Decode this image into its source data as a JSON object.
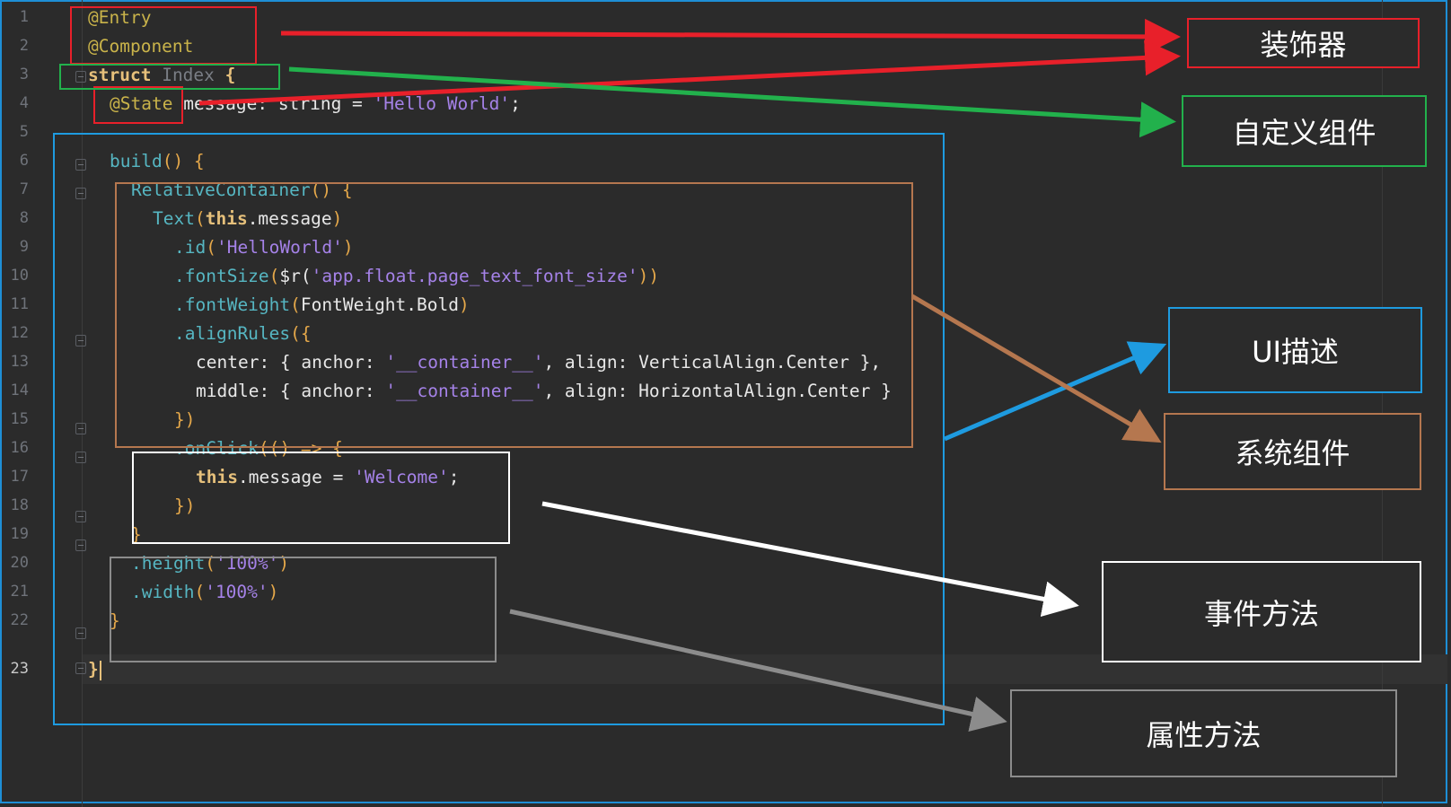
{
  "editor": {
    "line_numbers": [
      "1",
      "2",
      "3",
      "4",
      "5",
      "6",
      "7",
      "8",
      "9",
      "10",
      "11",
      "12",
      "13",
      "14",
      "15",
      "16",
      "17",
      "18",
      "19",
      "20",
      "21",
      "22",
      "23"
    ],
    "active_line": "23",
    "code": {
      "l1": "@Entry",
      "l2": "@Component",
      "l3_kw": "struct",
      "l3_name": "Index",
      "l3_brace": "{",
      "l4_ann": "@State",
      "l4_a": "message: string = ",
      "l4_str": "'Hello World'",
      "l4_end": ";",
      "l6_fn": "build",
      "l6_rest": "() {",
      "l7_fn": "RelativeContainer",
      "l7_rest": "() {",
      "l8_fn": "Text",
      "l8_open": "(",
      "l8_this": "this",
      "l8_rest": ".message",
      "l8_close": ")",
      "l9_fn": ".id",
      "l9_open": "(",
      "l9_str": "'HelloWorld'",
      "l9_close": ")",
      "l10_fn": ".fontSize",
      "l10_open": "(",
      "l10_mid": "$r(",
      "l10_str": "'app.float.page_text_font_size'",
      "l10_close": "))",
      "l11_fn": ".fontWeight",
      "l11_open": "(",
      "l11_mid": "FontWeight.Bold",
      "l11_close": ")",
      "l12_fn": ".alignRules",
      "l12_open": "({",
      "l13_a": "center: { anchor: ",
      "l13_str": "'__container__'",
      "l13_b": ", align: VerticalAlign.Center },",
      "l14_a": "middle: { anchor: ",
      "l14_str": "'__container__'",
      "l14_b": ", align: HorizontalAlign.Center }",
      "l15": "})",
      "l16_fn": ".onClick",
      "l16_rest": "(() => {",
      "l17_this": "this",
      "l17_a": ".message = ",
      "l17_str": "'Welcome'",
      "l17_end": ";",
      "l18": "})",
      "l19": "}",
      "l20_fn": ".height",
      "l20_open": "(",
      "l20_str": "'100%'",
      "l20_close": ")",
      "l21_fn": ".width",
      "l21_open": "(",
      "l21_str": "'100%'",
      "l21_close": ")",
      "l22": "}",
      "l23": "}"
    }
  },
  "annotations": {
    "decorator": "装饰器",
    "custom_component": "自定义组件",
    "ui_description": "UI描述",
    "system_component": "系统组件",
    "event_method": "事件方法",
    "attribute_method": "属性方法"
  },
  "colors": {
    "decorator": "#e8202a",
    "custom_component": "#22b14c",
    "ui_description": "#1e9be0",
    "system_component": "#b5774f",
    "event_method": "#ffffff",
    "attribute_method": "#8c8c8c"
  }
}
